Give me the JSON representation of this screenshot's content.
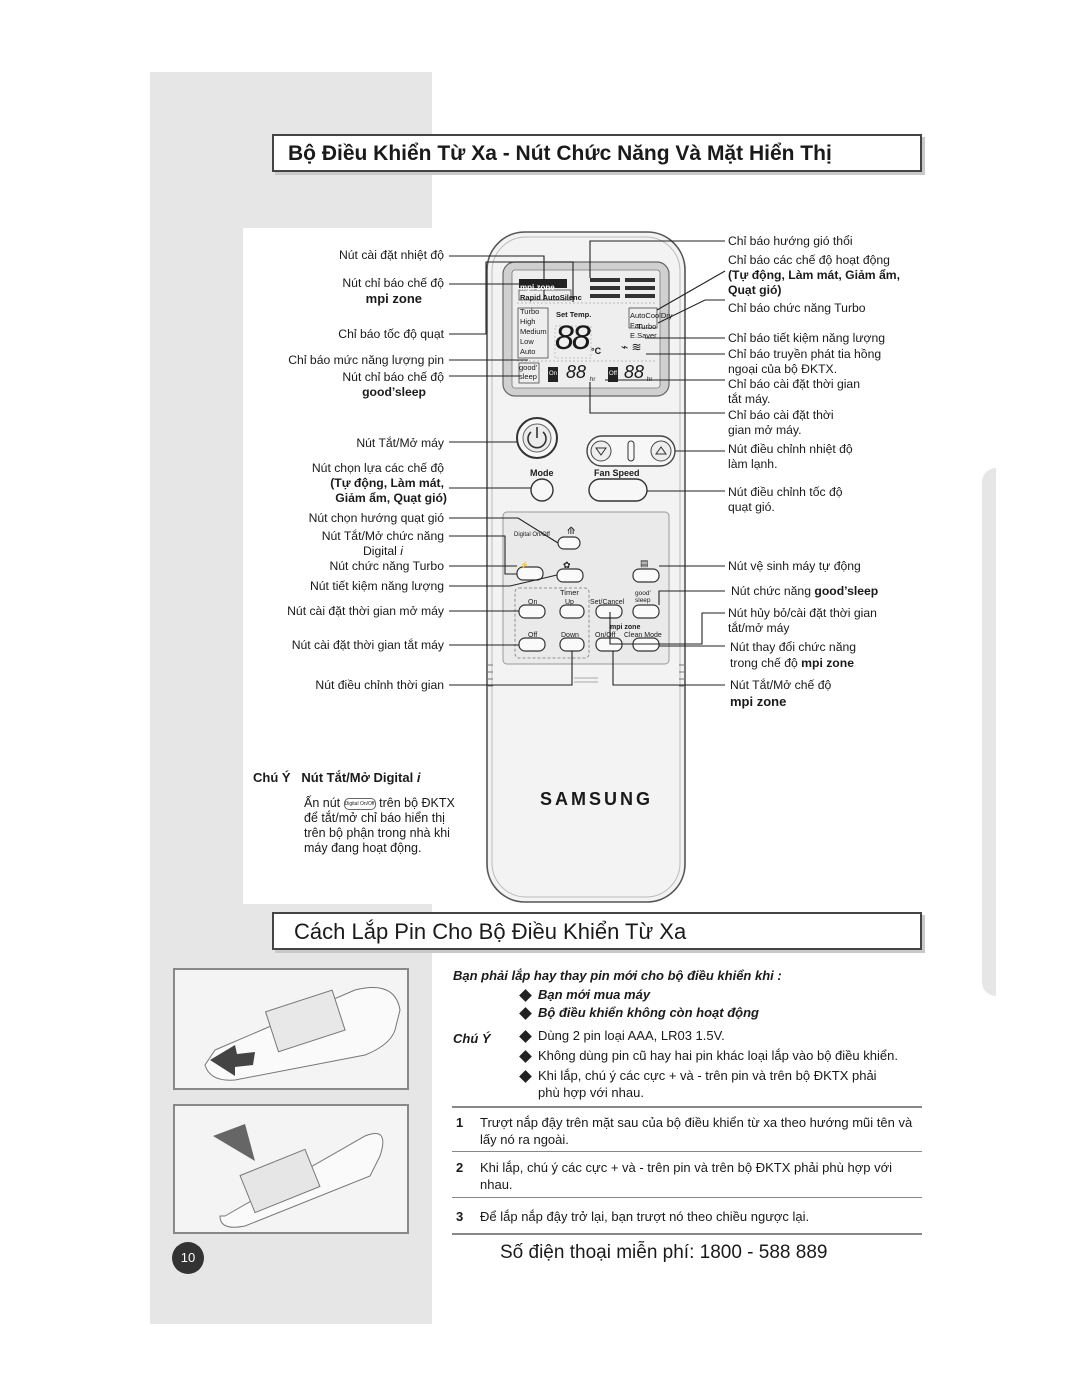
{
  "titles": {
    "remote": "Bộ Điều Khiển Từ Xa - Nút Chức Năng Và Mặt Hiển Thị",
    "battery": "Cách Lắp Pin Cho Bộ Điều Khiển Từ Xa"
  },
  "left_labels": {
    "temp_set": "Nút cài đặt nhiệt độ",
    "mpi_mode_1": "Nút chỉ báo chế độ",
    "mpi_logo": "mpi zone",
    "fan_speed_ind": "Chỉ báo tốc độ quạt",
    "battery_level": "Chỉ báo mức năng lượng pin",
    "goodsleep_mode_1": "Nút chỉ báo chế độ",
    "goodsleep_mode_2": "good’sleep",
    "power": "Nút Tắt/Mở máy",
    "mode_select_1": "Nút chọn lựa các chế độ",
    "mode_select_2": "(Tự động, Làm mát,",
    "mode_select_3": "Giảm ẩm, Quạt gió)",
    "swing": "Nút chọn hướng quạt gió",
    "digital_1": "Nút Tắt/Mở chức năng",
    "digital_2": "Digital",
    "turbo": "Nút chức năng Turbo",
    "esaver": "Nút tiết kiệm năng lượng",
    "timer_on": "Nút cài đặt thời gian mở máy",
    "timer_off": "Nút cài đặt thời gian tắt máy",
    "time_adjust": "Nút điều chỉnh thời gian"
  },
  "right_labels": {
    "airflow": "Chỉ báo hướng gió thổi",
    "modes_1": "Chỉ báo các chế độ hoạt động",
    "modes_2": "(Tự động, Làm mát, Giảm ẩm,",
    "modes_3": "Quạt gió)",
    "turbo_ind": "Chỉ báo chức năng Turbo",
    "esaver_ind": "Chỉ báo tiết kiệm năng lượng",
    "ir_1": "Chỉ báo truyền phát tia hồng",
    "ir_2": "ngoại của bộ ĐKTX.",
    "off_time_1": "Chỉ báo cài đặt thời gian",
    "off_time_2": "tắt máy.",
    "on_time_1": "Chỉ báo cài đặt thời",
    "on_time_2": "gian mở máy.",
    "temp_adj_1": "Nút điều chỉnh nhiệt độ",
    "temp_adj_2": "làm lạnh.",
    "fan_adj_1": "Nút điều chỉnh tốc độ",
    "fan_adj_2": "quạt gió.",
    "autoclean": "Nút vệ sinh máy tự động",
    "goodsleep_btn_1": "Nút chức năng",
    "goodsleep_btn_2": "good’sleep",
    "setcancel_1": "Nút hủy bỏ/cài đặt thời gian",
    "setcancel_2": "tắt/mở máy",
    "cleanmode_1": "Nút thay đổi chức năng",
    "cleanmode_2": "trong chế độ",
    "mpi_onoff_1": "Nút Tắt/Mở chế độ",
    "mpi_logo": "mpi zone"
  },
  "remote": {
    "brand": "SAMSUNG",
    "display": {
      "mpi": "mpi zone",
      "rapid": "Rapid AutoSilenc",
      "fan_levels": [
        "Turbo",
        "High",
        "Medium",
        "Low",
        "Auto"
      ],
      "set_temp": "Set Temp.",
      "temp_digits": "88",
      "unit": "°C",
      "modes": "AutoCoolDry",
      "fan": "Fan",
      "turbo": "Turbo",
      "esaver": "E.Saver",
      "good": "good’",
      "sleep": "sleep",
      "on": "On",
      "off": "Off",
      "time_digits": "88",
      "hr": "hr"
    },
    "buttons": {
      "mode": "Mode",
      "fan_speed": "Fan Speed",
      "digital": "Digital",
      "digital_onoff": "On/Off",
      "timer": "Timer",
      "on": "On",
      "up": "Up",
      "set_cancel": "Set/Cancel",
      "good_sleep": "good’ sleep",
      "off": "Off",
      "down": "Down",
      "mpi": "mpi zone",
      "onoff": "On/Off",
      "clean_mode": "Clean Mode"
    }
  },
  "note": {
    "prefix": "Chú Ý",
    "title": "Nút Tắt/Mở Digital",
    "body_1": "Ấn nút",
    "body_btn": "Digital On/Off",
    "body_2": "trên bộ ĐKTX",
    "body_3": "để tắt/mở chỉ báo hiển thị",
    "body_4": "trên bộ phận trong nhà khi",
    "body_5": "máy đang hoạt động."
  },
  "battery": {
    "intro": "Bạn phải lắp hay thay pin mới cho bộ điều khiển khi :",
    "when": [
      "Bạn mới mua máy",
      "Bộ điều khiển không còn hoạt động"
    ],
    "note_label": "Chú Ý",
    "notes": [
      "Dùng 2 pin loại AAA, LR03 1.5V.",
      "Không dùng pin cũ hay hai pin khác loại lắp vào bộ điều khiển.",
      "Khi lắp, chú ý các cực + và - trên pin và trên bộ ĐKTX phải",
      "phù hợp với nhau."
    ],
    "steps": [
      {
        "n": "1",
        "text": "Trượt nắp đậy trên mặt sau của bộ điều khiển từ xa theo hướng mũi tên và lấy nó ra ngoài."
      },
      {
        "n": "2",
        "text": "Khi lắp, chú ý các cực + và - trên pin và trên bộ ĐKTX phải phù hợp với nhau."
      },
      {
        "n": "3",
        "text": "Để lắp nắp đậy trở lại, bạn trượt nó theo chiều ngược lại."
      }
    ]
  },
  "footer": {
    "page": "10",
    "hotline": "Số điện thoại miễn phí: 1800 - 588 889"
  }
}
